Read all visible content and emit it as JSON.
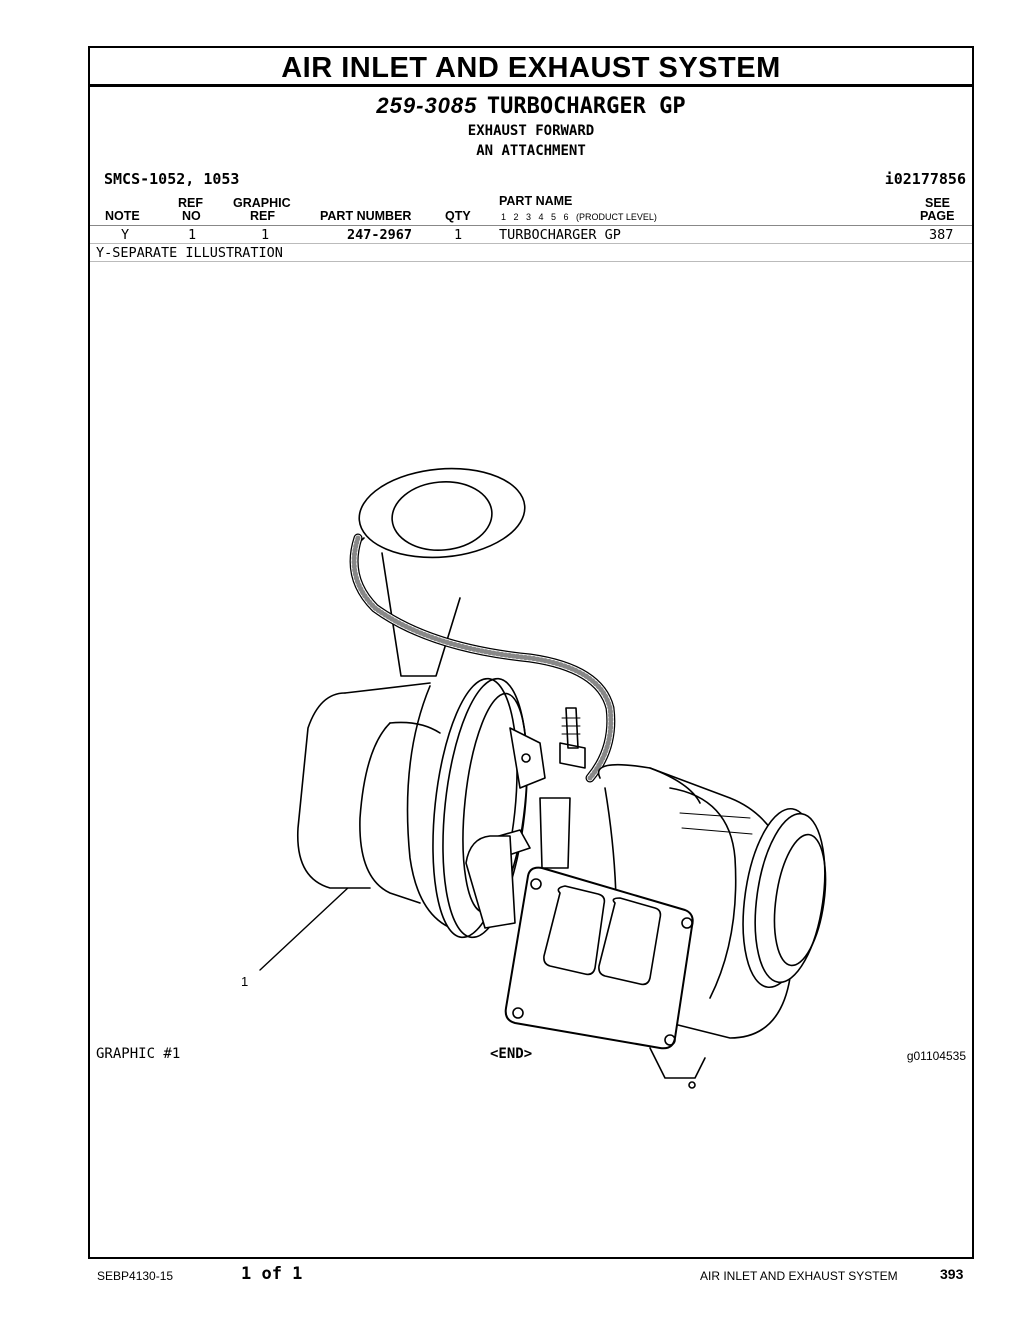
{
  "section_title": "AIR INLET AND EXHAUST SYSTEM",
  "group": {
    "part_number": "259-3085",
    "name": "TURBOCHARGER GP",
    "subtitle_1": "EXHAUST FORWARD",
    "subtitle_2": "AN ATTACHMENT"
  },
  "smcs": "SMCS-1052, 1053",
  "doc_id": "i02177856",
  "table": {
    "headers": {
      "note": "NOTE",
      "ref_top": "REF",
      "ref_bottom": "NO",
      "graphic_top": "GRAPHIC",
      "graphic_bottom": "REF",
      "part_number": "PART NUMBER",
      "qty": "QTY",
      "part_name": "PART NAME",
      "product_levels": "1   2   3   4   5   6   (PRODUCT LEVEL)",
      "see_top": "SEE",
      "see_bottom": "PAGE"
    },
    "rows": [
      {
        "note": "Y",
        "ref_no": "1",
        "graphic_ref": "1",
        "part_number": "247-2967",
        "qty": "1",
        "part_name": "TURBOCHARGER GP",
        "see_page": "387"
      }
    ],
    "footnote": "Y-SEPARATE ILLUSTRATION"
  },
  "illustration": {
    "callout": "1",
    "graphic_label": "GRAPHIC #1",
    "end_marker": "<END>",
    "graphic_id": "g01104535"
  },
  "footer": {
    "doc_number": "SEBP4130-15",
    "pagination": "1 of 1",
    "section": "AIR INLET AND EXHAUST SYSTEM",
    "page_number": "393"
  }
}
